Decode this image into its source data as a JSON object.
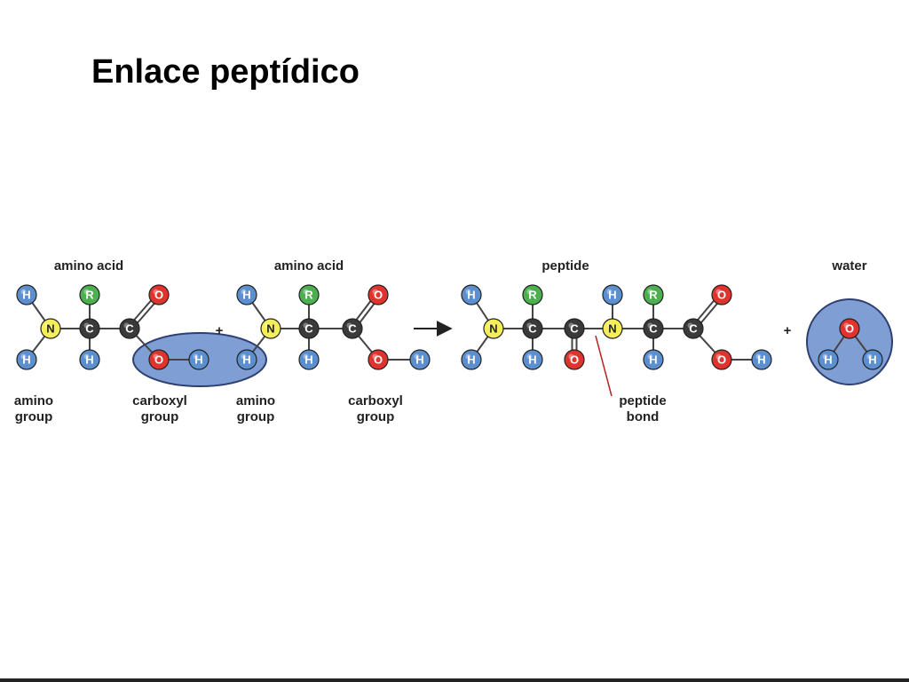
{
  "title": "Enlace peptídico",
  "labels": {
    "amino_acid_1": "amino acid",
    "amino_acid_2": "amino acid",
    "peptide": "peptide",
    "water": "water",
    "amino_group_1": [
      "amino",
      "group"
    ],
    "carboxyl_group_1": [
      "carboxyl",
      "group"
    ],
    "amino_group_2": [
      "amino",
      "group"
    ],
    "carboxyl_group_2": [
      "carboxyl",
      "group"
    ],
    "peptide_bond": [
      "peptide",
      "bond"
    ]
  },
  "symbols": {
    "plus": "+",
    "H": "H",
    "N": "N",
    "C": "C",
    "O": "O",
    "R": "R"
  },
  "colors": {
    "H": "#5b8fcf",
    "N": "#f3ee5a",
    "C": "#3a3a3a",
    "O": "#e0332e",
    "R": "#4caf50",
    "highlight": "#7f9fd4",
    "highlight_stroke": "#2f3f72"
  }
}
